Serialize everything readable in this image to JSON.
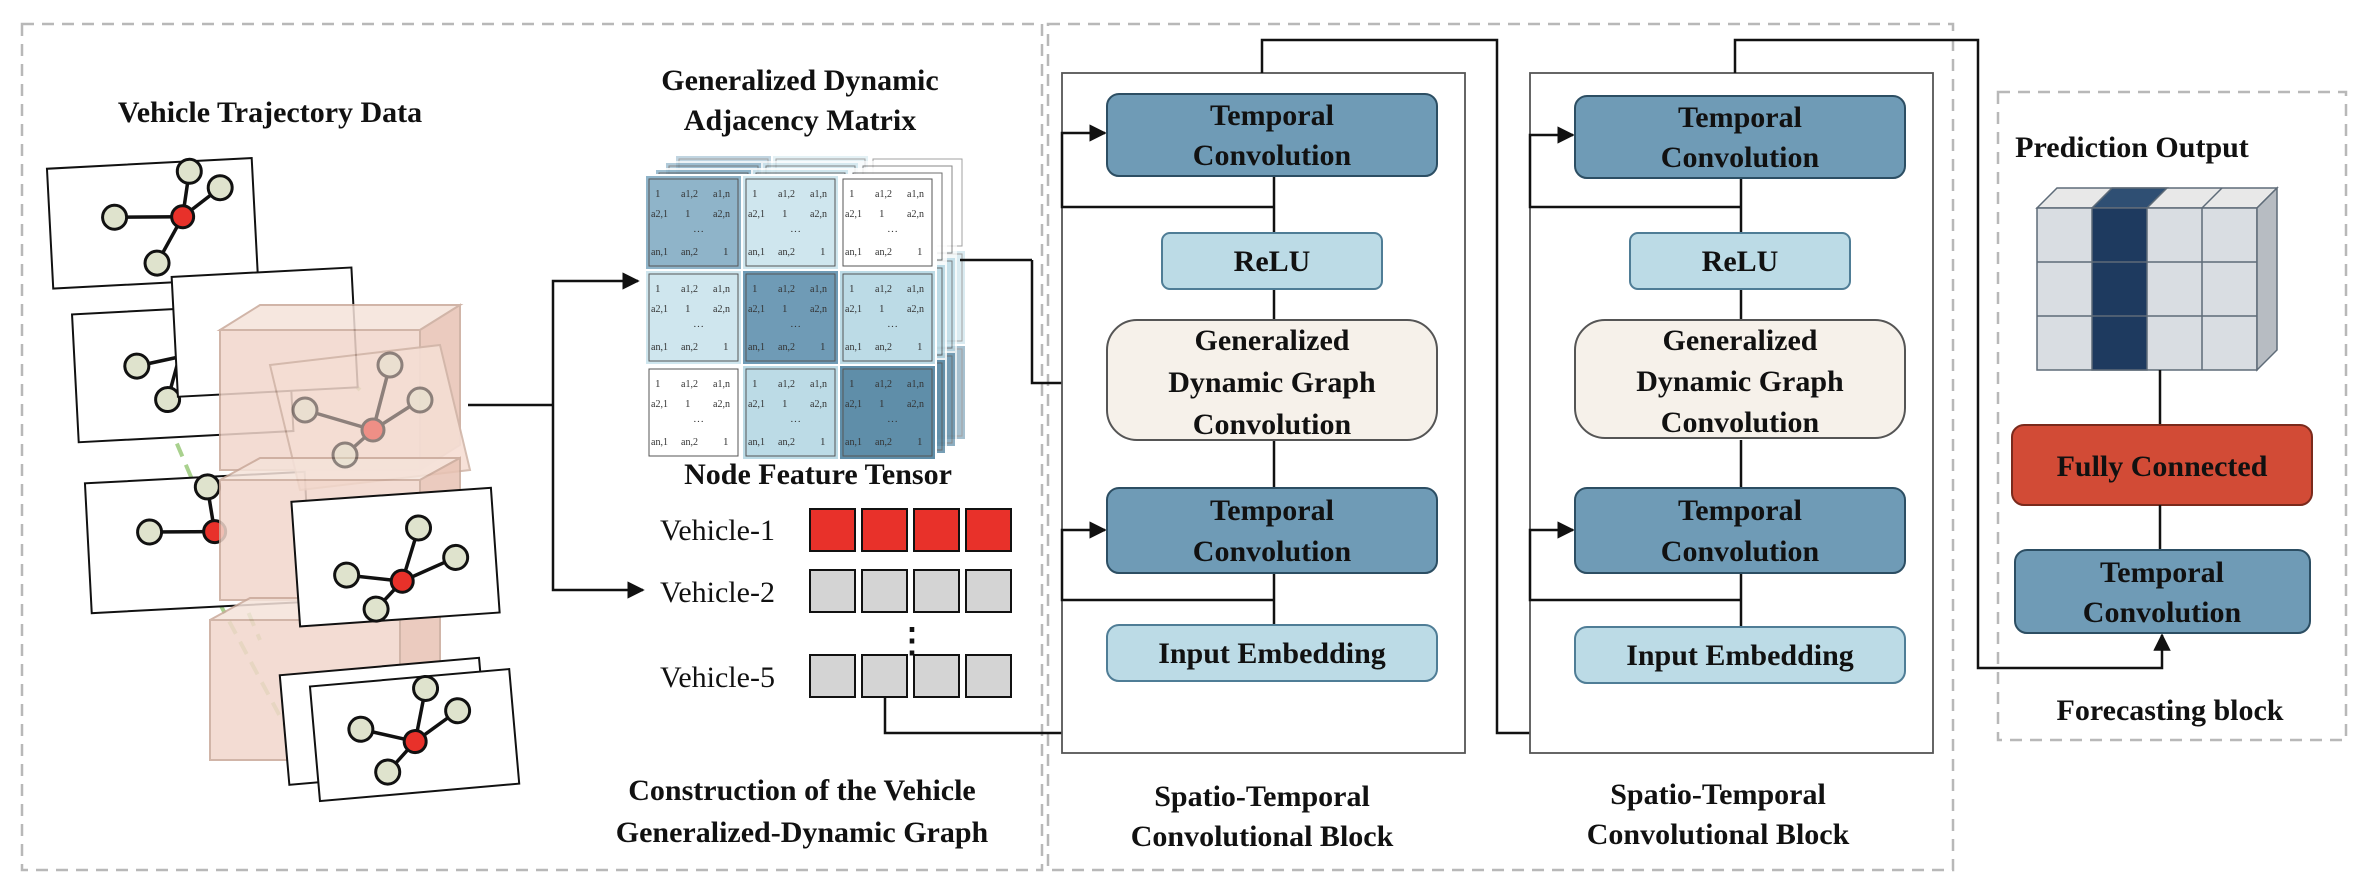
{
  "titles": {
    "vehicle_trajectory": "Vehicle Trajectory Data",
    "adjacency_line1": "Generalized Dynamic",
    "adjacency_line2": "Adjacency Matrix",
    "node_feature": "Node Feature Tensor",
    "construction_line1": "Construction of the Vehicle",
    "construction_line2": "Generalized-Dynamic Graph",
    "prediction_output": "Prediction Output",
    "forecasting_block": "Forecasting block"
  },
  "vehicles": [
    "Vehicle-1",
    "Vehicle-2",
    "Vehicle-5"
  ],
  "ellipsis": "⋮",
  "st_blocks": [
    {
      "top_temporal": [
        "Temporal",
        "Convolution"
      ],
      "relu": "ReLU",
      "gdgc": [
        "Generalized",
        "Dynamic Graph",
        "Convolution"
      ],
      "bottom_temporal": [
        "Temporal",
        "Convolution"
      ],
      "input_embedding": "Input Embedding",
      "caption": [
        "Spatio-Temporal",
        "Convolutional Block"
      ]
    },
    {
      "top_temporal": [
        "Temporal",
        "Convolution"
      ],
      "relu": "ReLU",
      "gdgc": [
        "Generalized",
        "Dynamic Graph",
        "Convolution"
      ],
      "bottom_temporal": [
        "Temporal",
        "Convolution"
      ],
      "input_embedding": "Input Embedding",
      "caption": [
        "Spatio-Temporal",
        "Convolutional Block"
      ]
    }
  ],
  "forecast": {
    "fully_connected": "Fully Connected",
    "temporal": [
      "Temporal",
      "Convolution"
    ]
  },
  "matrix_cell": {
    "one": "1",
    "dots": "···",
    "ai": "a",
    "sub12": "1,2",
    "sub1n": "1,n",
    "sub21": "2,1",
    "sub2n": "2,n",
    "subn1": "n,1",
    "subn2": "n,2"
  },
  "colors": {
    "dark_blue": "#6f9bb6",
    "light_blue": "#bcdbe6",
    "cream": "#f6f1ea",
    "red": "#e8312a",
    "fc_red": "#d24b36",
    "gray": "#d4d4d4",
    "navy": "#1e3a5f",
    "salmon": "#f2d7cc",
    "node_fill": "#dfe3cd",
    "border_dash": "#b8b8b8"
  }
}
